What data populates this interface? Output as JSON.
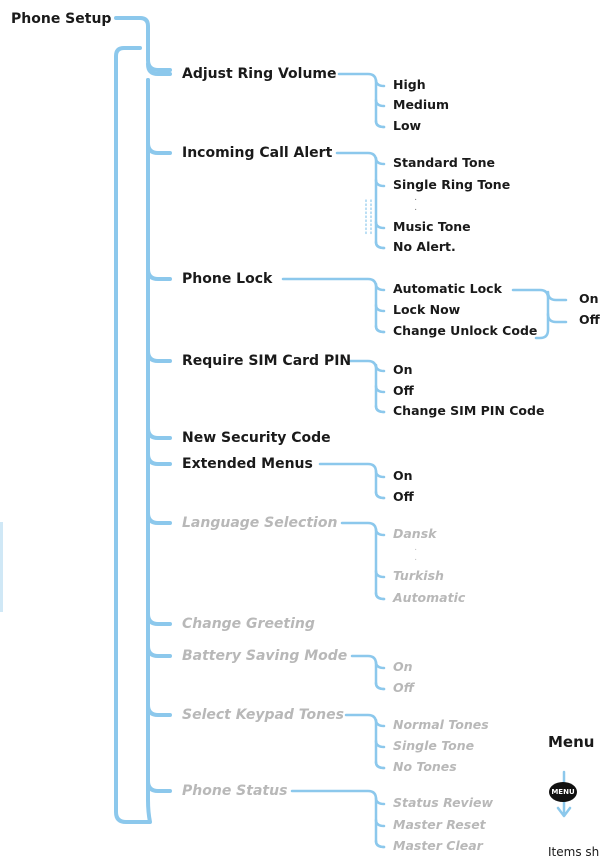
{
  "root": "Phone Setup",
  "colors": {
    "line": "#8cc8ec",
    "text": "#1a1a1a",
    "disabled": "#b8b8b8"
  },
  "items": [
    {
      "label": "Adjust Ring Volume",
      "options": [
        "High",
        "Medium",
        "Low"
      ]
    },
    {
      "label": "Incoming Call Alert",
      "options": [
        "Standard Tone",
        "Single Ring Tone",
        "Music Tone",
        "No Alert."
      ]
    },
    {
      "label": "Phone Lock",
      "options": [
        "Automatic Lock",
        "Lock Now",
        "Change Unlock Code"
      ],
      "sub_options": [
        "On",
        "Off"
      ]
    },
    {
      "label": "Require SIM Card PIN",
      "options": [
        "On",
        "Off",
        "Change SIM PIN Code"
      ]
    },
    {
      "label": "New Security Code"
    },
    {
      "label": "Extended Menus",
      "options": [
        "On",
        "Off"
      ]
    },
    {
      "label": "Language Selection",
      "options": [
        "Dansk",
        "Turkish",
        "Automatic"
      ]
    },
    {
      "label": "Change Greeting"
    },
    {
      "label": "Battery Saving Mode",
      "options": [
        "On",
        "Off"
      ]
    },
    {
      "label": "Select Keypad Tones",
      "options": [
        "Normal Tones",
        "Single Tone",
        "No Tones"
      ]
    },
    {
      "label": "Phone Status",
      "options": [
        "Status Review",
        "Master Reset",
        "Master Clear"
      ]
    }
  ],
  "side": {
    "heading": "Menu",
    "key_label": "MENU",
    "note": "Items sh"
  }
}
